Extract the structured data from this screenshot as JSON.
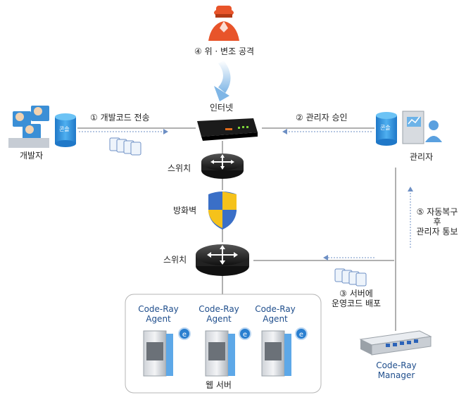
{
  "labels": {
    "attack": "④ 위 · 변조 공격",
    "internet": "인터넷",
    "dev_transfer": "① 개발코드 전송",
    "admin_approval": "② 관리자 승인",
    "developer": "개발자",
    "admin": "관리자",
    "switch_top": "스위치",
    "firewall": "방화벽",
    "switch_bottom": "스위치",
    "auto_recover": [
      "⑤ 자동복구",
      "후",
      "관리자 통보"
    ],
    "deploy": [
      "③ 서버에",
      "운영코드 배포"
    ],
    "manager": [
      "Code-Ray",
      "Manager"
    ],
    "web_server": "웹 서버",
    "console": "콘솔"
  },
  "agents": [
    {
      "line1": "Code-Ray",
      "line2": "Agent"
    },
    {
      "line1": "Code-Ray",
      "line2": "Agent"
    },
    {
      "line1": "Code-Ray",
      "line2": "Agent"
    }
  ],
  "colors": {
    "line": "#b0b0b0",
    "arrow": "#6d8fc4",
    "label_blue": "#1f4e8c",
    "attacker": "#e8542a",
    "db": "#2a8fd8"
  }
}
